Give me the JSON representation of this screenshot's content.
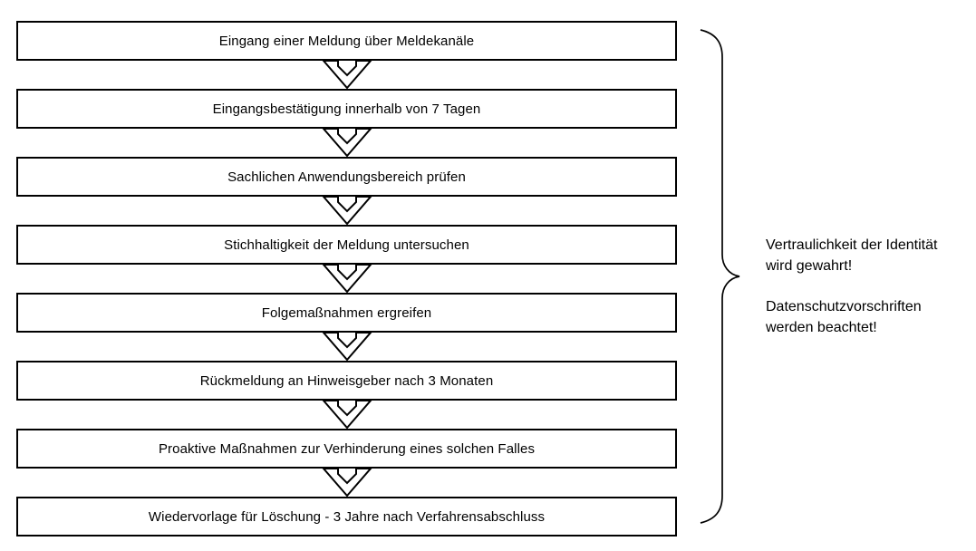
{
  "flowchart": {
    "steps": [
      {
        "label": "Eingang einer Meldung über Meldekanäle"
      },
      {
        "label": "Eingangsbestätigung innerhalb von 7 Tagen"
      },
      {
        "label": "Sachlichen Anwendungsbereich prüfen"
      },
      {
        "label": "Stichhaltigkeit der Meldung untersuchen"
      },
      {
        "label": "Folgemaßnahmen ergreifen"
      },
      {
        "label": "Rückmeldung an Hinweisgeber nach 3 Monaten"
      },
      {
        "label": "Proaktive Maßnahmen zur Verhinderung eines solchen Falles"
      },
      {
        "label": "Wiedervorlage für Löschung - 3 Jahre nach Verfahrensabschluss"
      }
    ],
    "connector_icon": "chevron-down-arrow"
  },
  "annotation": {
    "note1": "Vertraulichkeit der Identität\nwird gewahrt!",
    "note2": "Datenschutzvorschriften\nwerden beachtet!"
  },
  "colors": {
    "stroke": "#000000",
    "background": "#ffffff",
    "text": "#000000"
  }
}
